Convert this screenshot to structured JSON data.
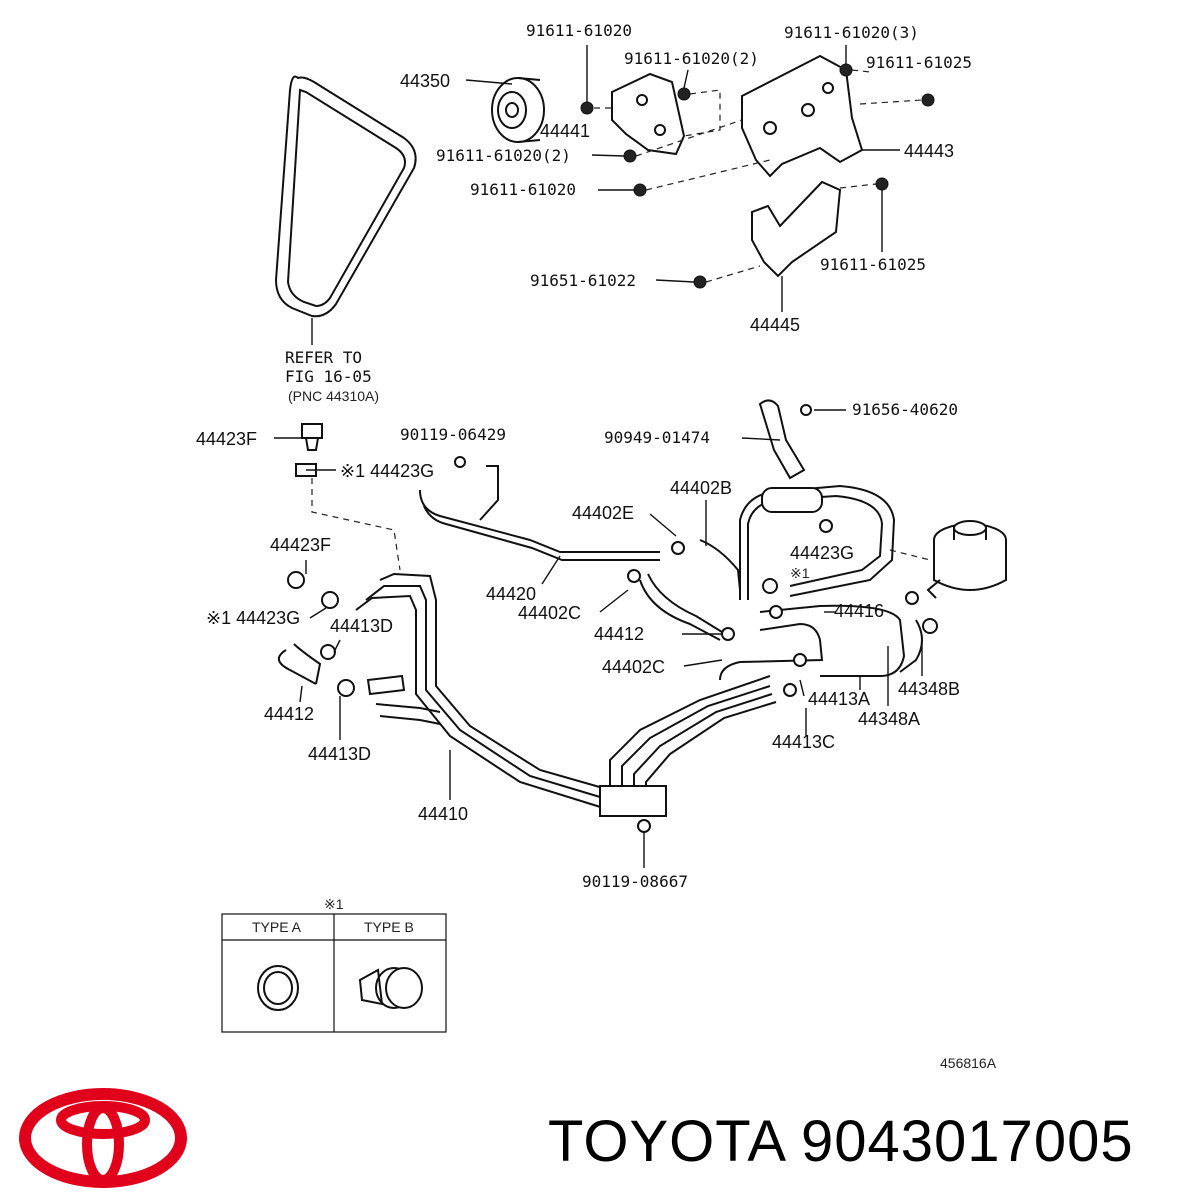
{
  "labels": {
    "p44350": "44350",
    "p91611_61020_a": "91611-61020",
    "p91611_61020_2a": "91611-61020(2)",
    "p91611_61020_3": "91611-61020(3)",
    "p91611_61025_a": "91611-61025",
    "p44441": "44441",
    "p91611_61020_2b": "91611-61020(2)",
    "p44443": "44443",
    "p91611_61020_b": "91611-61020",
    "p91611_61025_b": "91611-61025",
    "p91651_61022": "91651-61022",
    "p44445": "44445",
    "refer_line1": "REFER TO",
    "refer_line2": "FIG 16-05",
    "refer_line3": "(PNC 44310A)",
    "p44423F_a": "44423F",
    "p90119_06429": "90119-06429",
    "p90949_01474": "90949-01474",
    "p91656_40620": "91656-40620",
    "p44423G_a": "※1 44423G",
    "p44402E": "44402E",
    "p44402B": "44402B",
    "p44423G_b": "44423G",
    "note1_a": "※1",
    "p44423F_b": "44423F",
    "p44420": "44420",
    "p44402C_a": "44402C",
    "p44416": "44416",
    "p44423G_c": "※1 44423G",
    "p44413D_a": "44413D",
    "p44412_a": "44412",
    "p44402C_b": "44402C",
    "p44412_b": "44412",
    "p44413A": "44413A",
    "p44348B": "44348B",
    "p44348A": "44348A",
    "p44413C": "44413C",
    "p44413D_b": "44413D",
    "p44410": "44410",
    "p90119_08667": "90119-08667",
    "note1_b": "※1",
    "type_a": "TYPE A",
    "type_b": "TYPE B",
    "drawing_code": "456816A"
  },
  "brand": {
    "text": "TOYOTA 9043017005",
    "logo_color": "#e0001b"
  }
}
